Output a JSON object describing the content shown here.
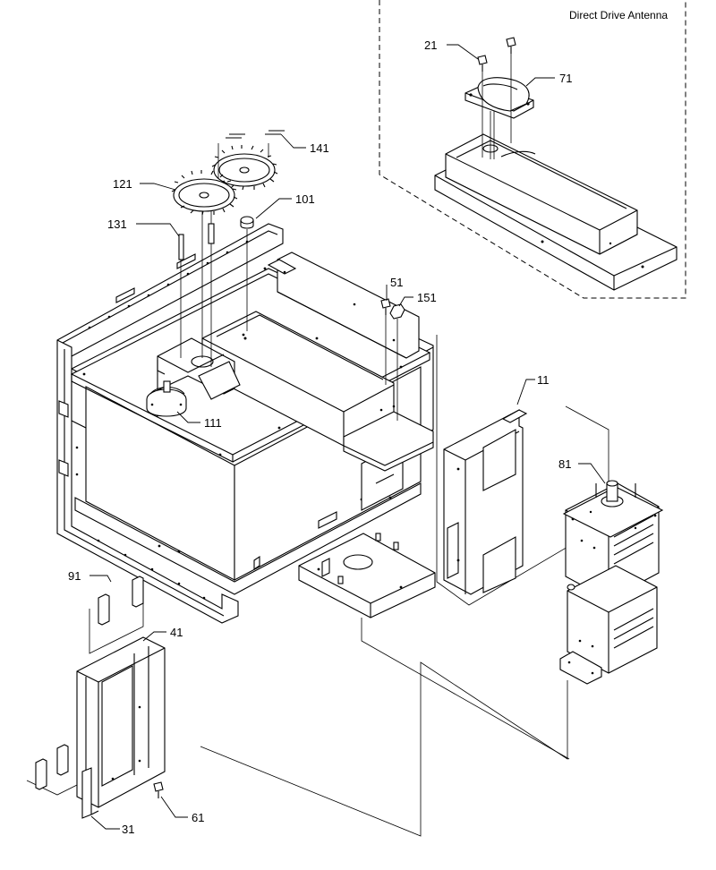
{
  "inset": {
    "title": "Direct Drive Antenna"
  },
  "labels": [
    {
      "id": "21",
      "text": "21"
    },
    {
      "id": "71",
      "text": "71"
    },
    {
      "id": "141",
      "text": "141"
    },
    {
      "id": "121",
      "text": "121"
    },
    {
      "id": "101",
      "text": "101"
    },
    {
      "id": "131",
      "text": "131"
    },
    {
      "id": "51",
      "text": "51"
    },
    {
      "id": "151",
      "text": "151"
    },
    {
      "id": "11",
      "text": "11"
    },
    {
      "id": "111",
      "text": "111"
    },
    {
      "id": "81",
      "text": "81"
    },
    {
      "id": "91",
      "text": "91"
    },
    {
      "id": "41",
      "text": "41"
    },
    {
      "id": "61",
      "text": "61"
    },
    {
      "id": "31",
      "text": "31"
    }
  ]
}
